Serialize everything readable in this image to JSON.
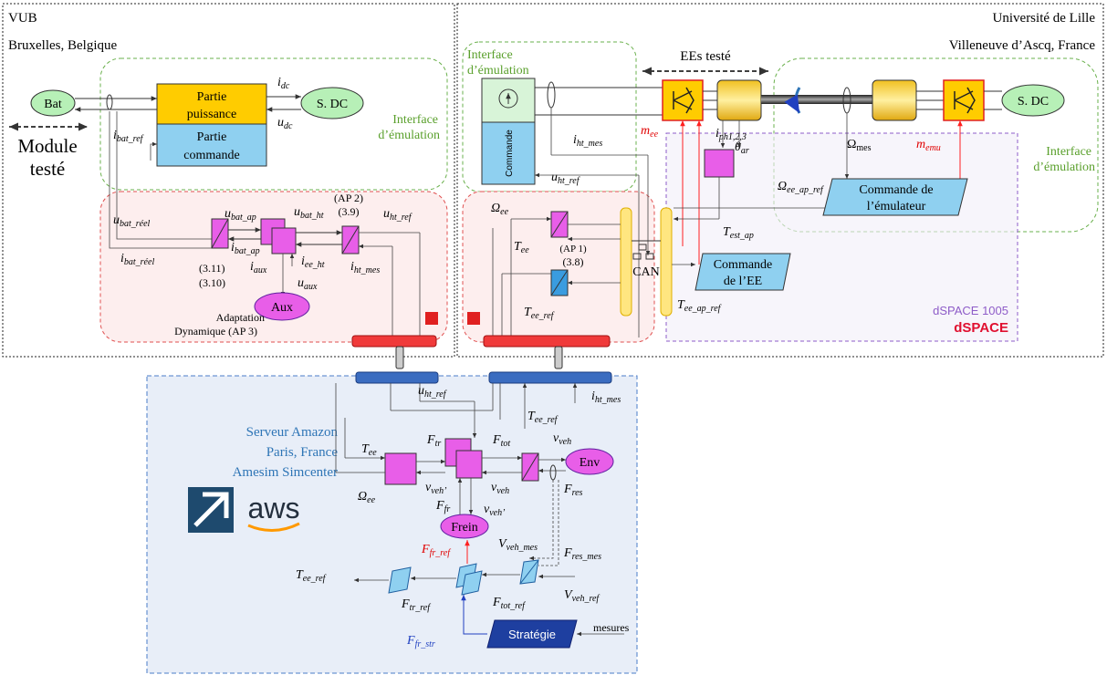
{
  "labels": {
    "vub": "VUB",
    "vub_loc": "Bruxelles, Belgique",
    "lille": "Université de Lille",
    "lille_loc": "Villeneuve d’Ascq, France",
    "bat": "Bat",
    "module1": "Module",
    "module2": "testé",
    "partie_puissance1": "Partie",
    "partie_puissance2": "puissance",
    "partie_commande1": "Partie",
    "partie_commande2": "commande",
    "sdc": "S. DC",
    "interface1": "Interface",
    "interface2": "d’émulation",
    "aux": "Aux",
    "adapt1": "Adaptation",
    "adapt2": "Dynamique (AP 3)",
    "ap2": "(AP 2)",
    "ref39": "(3.9)",
    "ref311": "(3.11)",
    "ref310": "(3.10)",
    "ees_teste": "EEs testé",
    "commande_vert": "Commande",
    "commande_emul1": "Commande de",
    "commande_emul2": "l’émulateur",
    "commande_ee1": "Commande",
    "commande_ee2": "de l’EE",
    "can": "CAN",
    "ap1": "(AP 1)",
    "ref38": "(3.8)",
    "dspace_label": "dSPACE 1005",
    "dspace_logo": "dSPACE",
    "serveur1": "Serveur Amazon",
    "serveur2": "Paris, France",
    "serveur3": "Amesim Simcenter",
    "aws": "aws",
    "env": "Env",
    "frein": "Frein",
    "strategie": "Stratégie",
    "mesures": "mesures"
  },
  "colors": {
    "green_dash": "#6ab04c",
    "red_dash": "#e05050",
    "purple_dash": "#8e5cc8",
    "blue_dash": "#4a7cc8",
    "bat_fill": "#b7f0b7",
    "yellow": "#ffcc00",
    "lightblue": "#8fd0f0",
    "magenta": "#e85ee8",
    "red_bar": "#f03a3a",
    "blue_bar": "#3a6cc0",
    "dark_blue": "#1e3fa0",
    "arrow_red": "#ff2020"
  }
}
